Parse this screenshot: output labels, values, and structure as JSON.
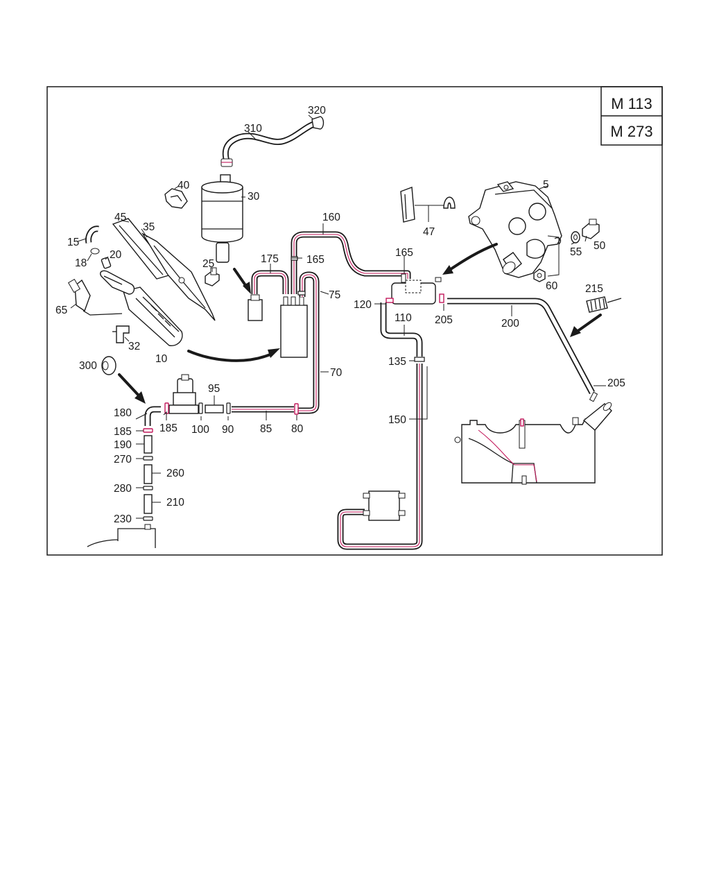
{
  "models": [
    "M 113",
    "M 273"
  ],
  "labels": {
    "p5": "5",
    "p10": "10",
    "p15": "15",
    "p18": "18",
    "p20": "20",
    "p25": "25",
    "p30": "30",
    "p32": "32",
    "p35": "35",
    "p40": "40",
    "p45": "45",
    "p47": "47",
    "p50": "50",
    "p55": "55",
    "p60": "60",
    "p65": "65",
    "p70": "70",
    "p75": "75",
    "p80": "80",
    "p85": "85",
    "p90": "90",
    "p95": "95",
    "p100": "100",
    "p110": "110",
    "p120": "120",
    "p135": "135",
    "p150": "150",
    "p160": "160",
    "p165a": "165",
    "p165b": "165",
    "p175": "175",
    "p180": "180",
    "p185a": "185",
    "p185b": "185",
    "p190": "190",
    "p200": "200",
    "p205a": "205",
    "p205b": "205",
    "p210": "210",
    "p215": "215",
    "p230": "230",
    "p260": "260",
    "p270": "270",
    "p280": "280",
    "p300": "300",
    "p310": "310",
    "p320": "320"
  }
}
